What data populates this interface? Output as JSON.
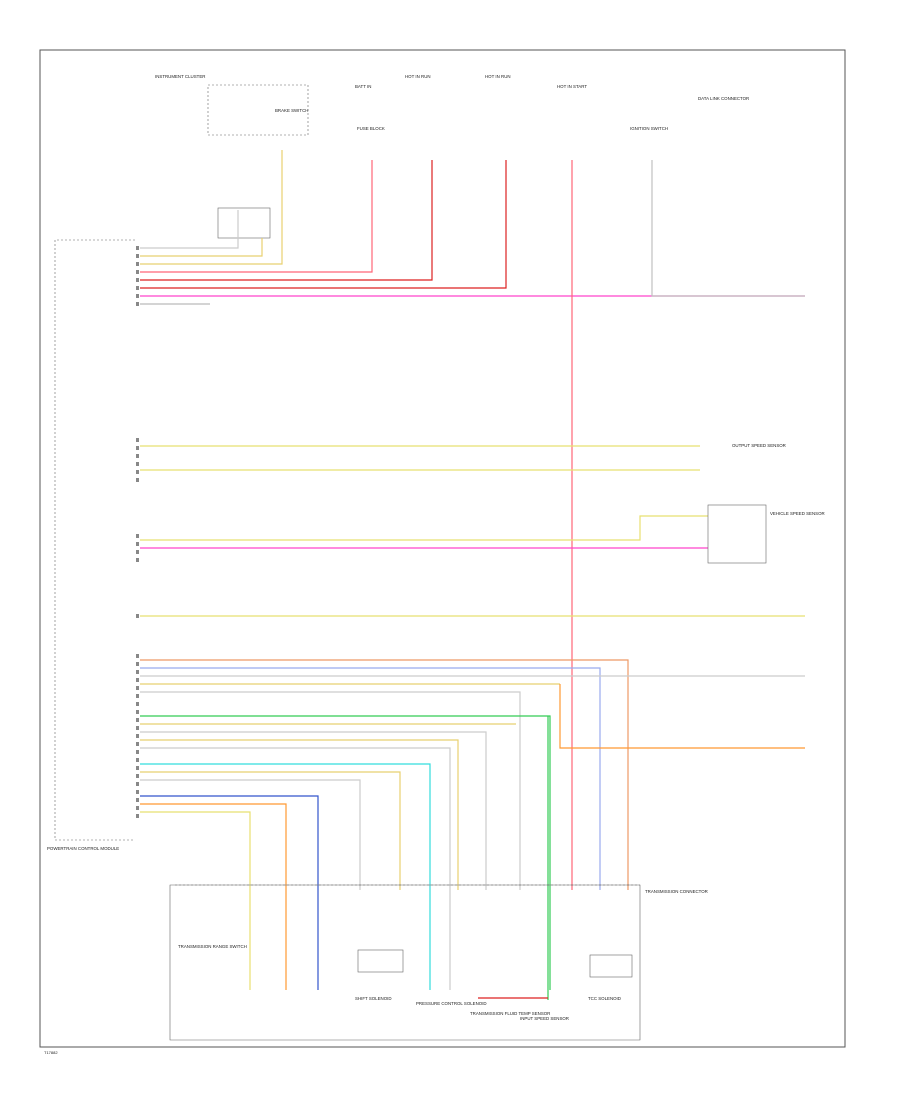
{
  "figure_code": "T17882",
  "top_components": {
    "instrument_cluster": "INSTRUMENT CLUSTER",
    "brake_switch_label": "BRAKE SWITCH",
    "fuse_batt": "BATT IN",
    "fuse_hot_run": "HOT IN RUN",
    "fuse_hot_run2": "HOT IN RUN",
    "fuse_hot_start": "HOT IN START",
    "fuse_block": "FUSE BLOCK",
    "data_link_label": "DATA LINK CONNECTOR",
    "ignition_label": "IGNITION SWITCH",
    "ecm_label": "POWERTRAIN CONTROL MODULE"
  },
  "sensor_labels": {
    "output_speed": "OUTPUT SPEED SENSOR",
    "vehicle_speed": "VEHICLE SPEED SENSOR",
    "trans_range": "TRANSMISSION RANGE SWITCH",
    "pressure_control": "PRESSURE CONTROL SOLENOID",
    "shift_solenoid": "SHIFT SOLENOID",
    "tcc_solenoid": "TCC SOLENOID",
    "trans_fluid_temp": "TRANSMISSION FLUID TEMP SENSOR",
    "input_speed": "INPUT SPEED SENSOR",
    "trans_connector": "TRANSMISSION CONNECTOR"
  },
  "colors": {
    "border": "#555555",
    "pink": "#ff3366",
    "red": "#dd2222",
    "magenta": "#ee44ee",
    "yellow": "#e8e070",
    "orange": "#ff9933",
    "blue": "#3355cc",
    "green": "#33cc55",
    "cyan": "#33dddd",
    "gray": "#999999",
    "tan": "#d8c080",
    "light_blue": "#99aaee",
    "brown": "#a06040"
  }
}
